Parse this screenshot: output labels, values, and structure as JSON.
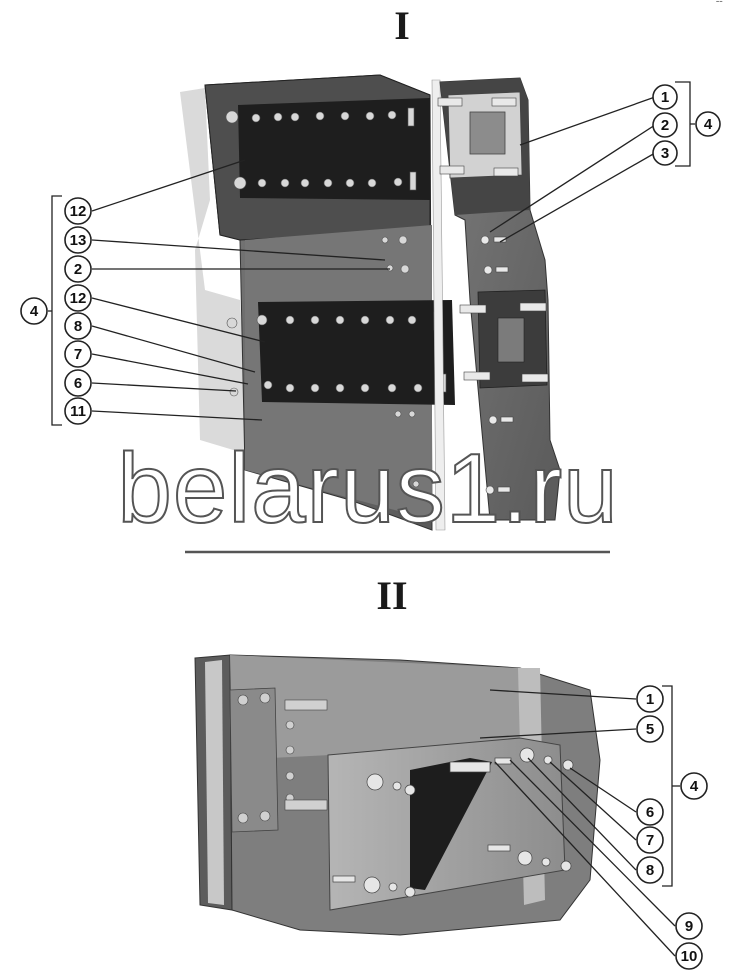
{
  "corner_mark": "ˉˉ",
  "views": [
    {
      "id": "I",
      "label": "I"
    },
    {
      "id": "II",
      "label": "II"
    }
  ],
  "watermark": "belarus1.ru",
  "view1_callouts_right": [
    "1",
    "2",
    "3"
  ],
  "view1_group_right": "4",
  "view1_callouts_left": [
    "12",
    "13",
    "2",
    "12",
    "8",
    "7",
    "6",
    "11"
  ],
  "view1_group_left": "4",
  "view2_callouts_top": [
    "1",
    "5"
  ],
  "view2_callouts_right": [
    "6",
    "7",
    "8"
  ],
  "view2_group_right": "4",
  "view2_callouts_bottom": [
    "9",
    "10"
  ],
  "colors": {
    "panel_dark": "#3a3a3a",
    "panel_mid": "#6f6f6f",
    "panel_light": "#9a9a9a",
    "shadow": "#d6d6d6",
    "bracket_black": "#1c1c1c"
  }
}
